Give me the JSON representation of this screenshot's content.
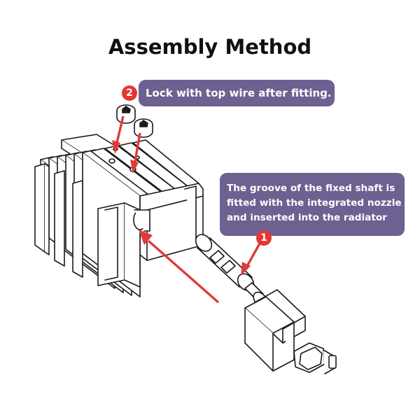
{
  "title": "Assembly Method",
  "step2": {
    "number": "2",
    "text": "Lock with top wire after fitting."
  },
  "step1": {
    "number": "1",
    "lines": [
      "The groove of the fixed shaft is",
      "fitted with the integrated nozzle",
      "and inserted into the radiator"
    ]
  },
  "colors": {
    "callout_bg": "#6e6091",
    "badge": "#e63535",
    "arrow": "#e03a3a",
    "line_art": "#1a1a1a"
  }
}
